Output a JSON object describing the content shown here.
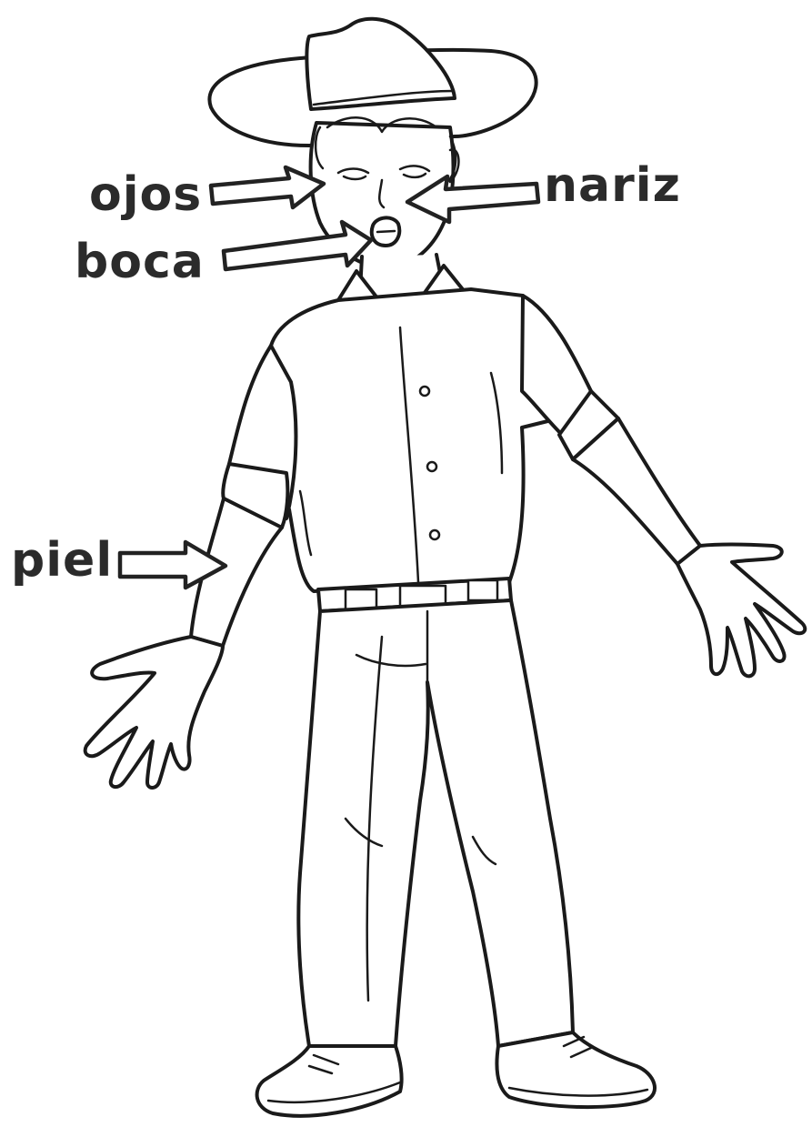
{
  "labels": {
    "ojos": "ojos",
    "boca": "boca",
    "nariz": "nariz",
    "piel": "piel"
  },
  "colors": {
    "label_text": "#2b2b2b",
    "line_art": "#1a1a1a",
    "background": "#ffffff"
  }
}
